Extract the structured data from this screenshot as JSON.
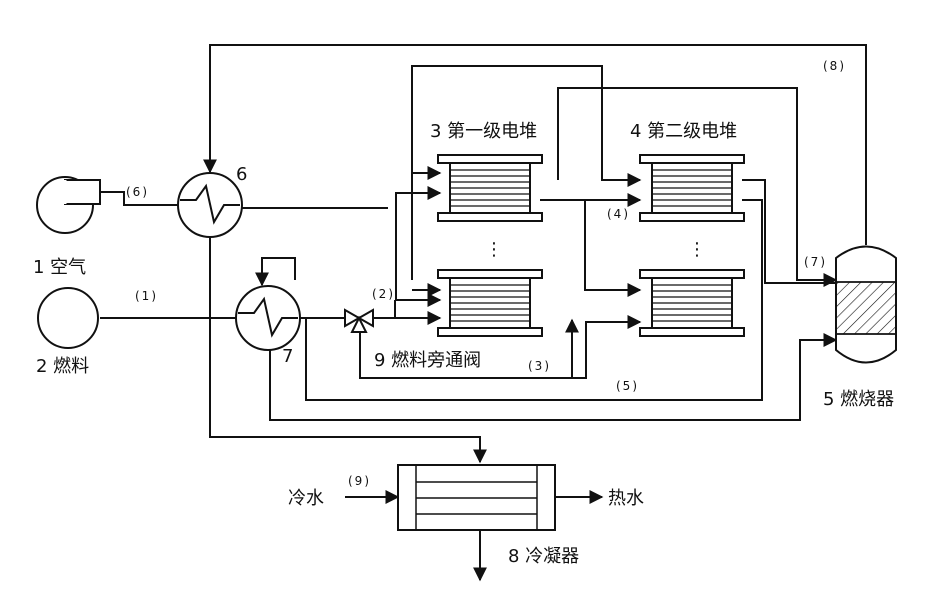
{
  "components": {
    "air": "1 空气",
    "fuel": "2 燃料",
    "stack1": "3 第一级电堆",
    "stack2": "4 第二级电堆",
    "burner": "5 燃烧器",
    "hx6": "6",
    "hx7": "7",
    "condenser": "8 冷凝器",
    "bypass_valve": "9 燃料旁通阀"
  },
  "streams": {
    "s1": "(1)",
    "s2": "(2)",
    "s3": "(3)",
    "s4": "(4)",
    "s5": "(5)",
    "s6": "(6)",
    "s7": "(7)",
    "s8": "(8)",
    "s9": "(9)"
  },
  "water": {
    "cold": "冷水",
    "hot": "热水"
  },
  "ellipsis": "⋮"
}
